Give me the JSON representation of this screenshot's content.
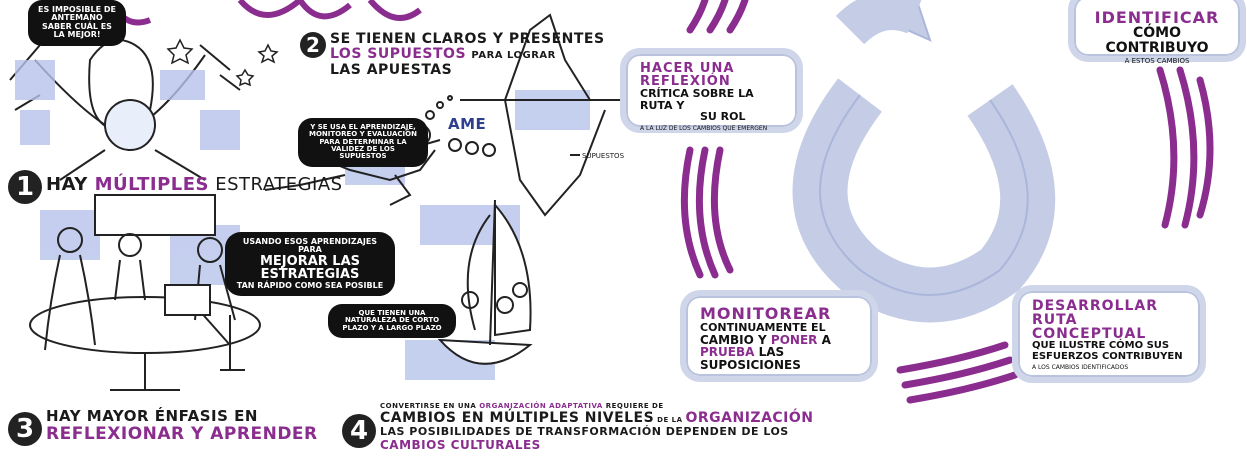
{
  "left": {
    "crystal_bubble": "ES IMPOSIBLE DE ANTEMANO SABER CUÁL ES LA MEJOR!",
    "point1": {
      "number": "1",
      "text_a": "HAY ",
      "text_b": "MÚLTIPLES",
      "text_c": " ESTRATEGIAS"
    },
    "learn_bubble": {
      "line1": "USANDO ESOS APRENDIZAJES PARA",
      "line2": "MEJORAR LAS ESTRATEGIAS",
      "line3": "TAN RÁPIDO COMO SEA POSIBLE"
    },
    "point3": {
      "number": "3",
      "line1": "HAY MAYOR ÉNFASIS en",
      "line2": "REFLEXIONAR Y APRENDER"
    }
  },
  "middle": {
    "point2": {
      "number": "2",
      "line1": "SE TIENEN CLAROS Y PRESENTES",
      "line2a": "LOS SUPUESTOS",
      "line2b": "para LOGRAR",
      "line3": "LAS APUESTAS"
    },
    "diver_bubble": "Y SE USA EL APRENDIZAJE, MONITOREO Y EVALUACIÓN PARA DETERMINAR LA VALIDEZ DE LOS SUPUESTOS",
    "ame_label": "AME",
    "supuestos_label": "SUPUESTOS",
    "boat_bubble": "QUE TIENEN UNA NATURALEZA de corto plazo Y A LARGO PLAZO",
    "point4": {
      "number": "4",
      "line1a": "CONVERTIRSE EN UNA ",
      "line1b": "ORGANIZACIÓN ADAPTATIVA",
      "line1c": " REQUIERE DE",
      "line2a": "CAMBIOS en ",
      "line2b": "MÚLTIPLES NIVELES",
      "line2c": " de la ",
      "line2d": "ORGANIZACIÓN",
      "line3": "LAS POSIBILIDADES de TRANSFORMACIÓN dependen de los",
      "line4": "CAMBIOS CULTURALES"
    }
  },
  "cycle": {
    "identificar": {
      "title": "IDENTIFICAR",
      "line": "CÓMO CONTRIBUYO",
      "small": "A ESTOS CAMBIOS"
    },
    "hacer": {
      "title": "HACER una REFLEXIÓN",
      "line1": "CRÍTICA SOBRE LA RUTA Y",
      "line2": "SU ROL",
      "small": "A LA LUZ DE LOS CAMBIOS QUE EMERGEN"
    },
    "monitorear": {
      "title": "MONITOREAR",
      "line1": "CONTINUAMENTE el",
      "line2a": "CAMBIO",
      "line2b": " y ",
      "line2c": "PONER",
      "line2d": " a",
      "line3a": "PRUEBA",
      "line3b": " las SUPOSICIONES"
    },
    "desarrollar": {
      "title1": "DESARROLLAR",
      "title2": "RUTA CONCEPTUAL",
      "line1": "QUE ILUSTRE CÓMO SUS",
      "line2": "ESFUERZOS CONTRIBUYEN",
      "small": "A LOS CAMBIOS IDENTIFICADOS"
    }
  },
  "colors": {
    "accent": "#8a2d8f",
    "cycle_blue": "#c5cde6",
    "ink": "#111111"
  }
}
